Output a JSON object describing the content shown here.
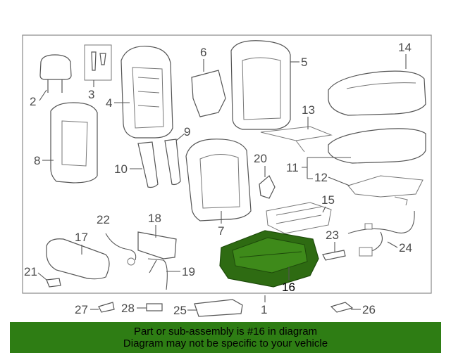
{
  "callouts": {
    "c1": "1",
    "c2": "2",
    "c3": "3",
    "c4": "4",
    "c5": "5",
    "c6": "6",
    "c7": "7",
    "c8": "8",
    "c9": "9",
    "c10": "10",
    "c11": "11",
    "c12": "12",
    "c13": "13",
    "c14": "14",
    "c15": "15",
    "c16": "16",
    "c17": "17",
    "c18": "18",
    "c19": "19",
    "c20": "20",
    "c21": "21",
    "c22": "22",
    "c23": "23",
    "c24": "24",
    "c25": "25",
    "c26": "26",
    "c27": "27",
    "c28": "28"
  },
  "banner": {
    "line1": "Part or sub-assembly is #16 in diagram",
    "line2": "Diagram may not be specific to your vehicle"
  },
  "colors": {
    "highlight": "#2e6b12",
    "banner": "#2e7d14",
    "line": "#555555"
  }
}
